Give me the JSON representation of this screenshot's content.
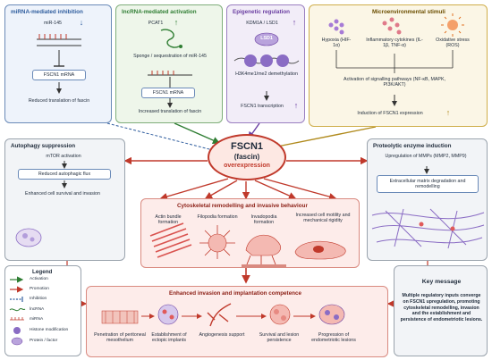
{
  "mirna": {
    "title": "miRNA-mediated inhibition",
    "mir": "miR-145",
    "fscn1_mrna": "FSCN1 mRNA",
    "outcome": "Reduced translation of fascin"
  },
  "lncrna": {
    "title": "lncRNA-mediated activation",
    "pcat1": "PCAT1",
    "sponge": "Sponge / sequestration of miR-145",
    "fscn1_mrna": "FSCN1 mRNA",
    "outcome": "Increased translation of fascin"
  },
  "epigenetic": {
    "title": "Epigenetic regulation",
    "kdm": "KDM1A / LSD1",
    "lsd1": "LSD1",
    "h3k": "H3K4me1/me2 demethylation",
    "outcome": "FSCN1 transcription"
  },
  "micro": {
    "title": "Microenvironmental stimuli",
    "hypoxia": "Hypoxia (HIF-1α)",
    "cytokines": "Inflammatory cytokines (IL-1β, TNF-α)",
    "oxidative": "Oxidative stress (ROS)",
    "pathways": "Activation of signalling pathways (NF-κB, MAPK, PI3K/AKT)",
    "induction": "Induction of FSCN1 expression"
  },
  "center": {
    "line1": "FSCN1",
    "line2": "(fascin)",
    "line3": "overexpression"
  },
  "autophagy": {
    "title": "Autophagy suppression",
    "mtor": "mTOR activation",
    "flux": "Reduced autophagic flux",
    "outcome": "Enhanced cell survival and invasion"
  },
  "proteolytic": {
    "title": "Proteolytic enzyme induction",
    "mmp": "Upregulation of MMPs (MMP2, MMP9)",
    "ecm": "Extracellular matrix degradation and remodelling"
  },
  "cyto": {
    "title": "Cytoskeletal remodelling and invasive behaviour",
    "items": [
      "Actin bundle formation",
      "Filopodia formation",
      "Invadopodia formation",
      "Increased cell motility and mechanical rigidity"
    ]
  },
  "invasion": {
    "title": "Enhanced invasion and implantation competence",
    "steps": [
      "Penetration of peritoneal mesothelium",
      "Establishment of ectopic implants",
      "Angiogenesis support",
      "Survival and lesion persistence",
      "Progression of endometriotic lesions"
    ]
  },
  "legend": {
    "title": "Legend",
    "items": [
      "Activation",
      "Promotion",
      "Inhibition",
      "lncRNA",
      "miRNA",
      "Histone modification",
      "Protein / factor"
    ]
  },
  "key": {
    "title": "Key message",
    "text": "Multiple regulatory inputs converge on FSCN1 upregulation, promoting cytoskeletal remodelling, invasion and the establishment and persistence of endometriotic lesions."
  },
  "colors": {
    "blue": "#2f5d9e",
    "green": "#2e7d32",
    "purple": "#6a3ea1",
    "gold": "#b08a1c",
    "red": "#c0392b"
  }
}
